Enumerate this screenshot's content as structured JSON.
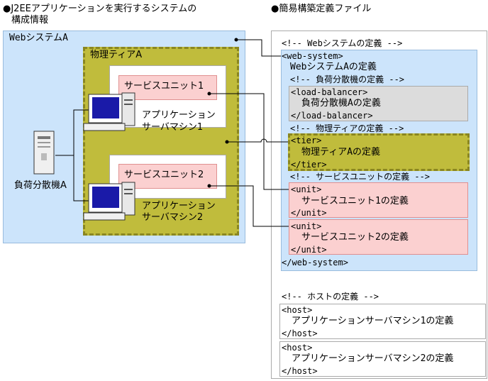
{
  "left_title_line1": "●J2EEアプリケーションを実行するシステムの",
  "left_title_line2": "構成情報",
  "right_title": "●簡易構築定義ファイル",
  "left": {
    "web_system": "WebシステムA",
    "tier": "物理ティアA",
    "unit1": "サービスユニット1",
    "unit2": "サービスユニット2",
    "machine1_line1": "アプリケーション",
    "machine1_line2": "サーバマシン1",
    "machine2_line1": "アプリケーション",
    "machine2_line2": "サーバマシン2",
    "load_balancer": "負荷分散機A"
  },
  "right": {
    "ws_comment": "<!-- Webシステムの定義 -->",
    "ws_open": "<web-system>",
    "ws_name": "WebシステムAの定義",
    "lb_comment": "<!-- 負荷分散機の定義 -->",
    "lb_open": "<load-balancer>",
    "lb_name": "負荷分散機Aの定義",
    "lb_close": "</load-balancer>",
    "tier_comment": "<!-- 物理ティアの定義 -->",
    "tier_open": "<tier>",
    "tier_name": "物理ティアAの定義",
    "tier_close": "</tier>",
    "unit_comment": "<!-- サービスユニットの定義 -->",
    "unit_open": "<unit>",
    "unit1_name": "サービスユニット1の定義",
    "unit2_name": "サービスユニット2の定義",
    "unit_close": "</unit>",
    "ws_close": "</web-system>",
    "host_comment": "<!-- ホストの定義 -->",
    "host_open": "<host>",
    "host1_name": "アプリケーションサーバマシン1の定義",
    "host2_name": "アプリケーションサーバマシン2の定義",
    "host_close": "</host>"
  },
  "colors": {
    "system_bg": "#cce4fb",
    "tier_bg": "#c0bc3c",
    "unit_bg": "#fbd0d0",
    "lb_bg": "#dcdcdc"
  },
  "icons": [
    "computer-icon",
    "computer-icon",
    "server-tower-icon"
  ]
}
